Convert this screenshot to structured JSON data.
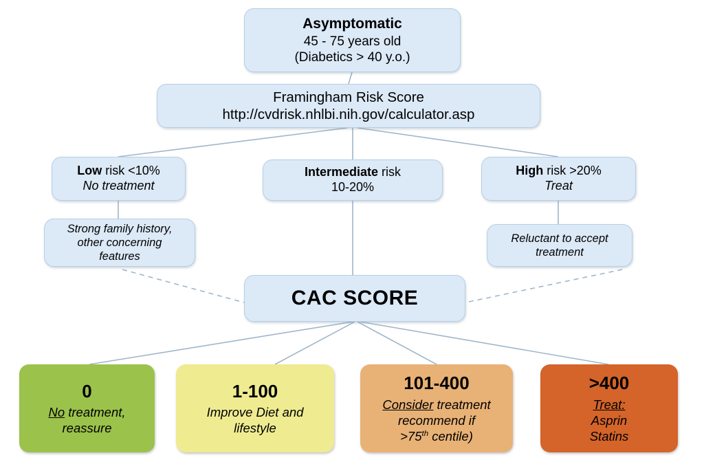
{
  "diagram": {
    "title": "Asymptomatic CAC score screening flowchart",
    "colors": {
      "box_fill": "#dce9f7",
      "box_border": "#b6cfe4",
      "edge": "#9fb6c9",
      "score_0": "#9bc24b",
      "score_1_100": "#efeb91",
      "score_101_400": "#e8b176",
      "score_over_400": "#d4642a"
    }
  },
  "nodes": {
    "asymptomatic": {
      "line1": "Asymptomatic",
      "line2": "45 - 75 years old",
      "line3": "(Diabetics > 40 y.o.)"
    },
    "framingham": {
      "line1": "Framingham Risk Score",
      "line2": "http://cvdrisk.nhlbi.nih.gov/calculator.asp"
    },
    "low_risk": {
      "emphasis": "Low",
      "rest": " risk <10%",
      "line2": "No treatment"
    },
    "intermediate_risk": {
      "emphasis": "Intermediate",
      "rest": " risk",
      "line2": "10-20%"
    },
    "high_risk": {
      "emphasis": "High",
      "rest": " risk >20%",
      "line2": "Treat"
    },
    "strong_family": {
      "line1": "Strong family history,",
      "line2": "other concerning",
      "line3": "features"
    },
    "reluctant": {
      "line1": "Reluctant to accept",
      "line2": "treatment"
    },
    "cac_score": {
      "label": "CAC SCORE"
    }
  },
  "results": [
    {
      "id": "score-0",
      "head": "0",
      "underlined": "No",
      "line1_rest": " treatment,",
      "line2": "reassure",
      "color": "#9bc24b"
    },
    {
      "id": "score-1-100",
      "head": "1-100",
      "line1": "Improve Diet and",
      "line2": "lifestyle",
      "color": "#efeb91"
    },
    {
      "id": "score-101-400",
      "head": "101-400",
      "underlined": "Consider",
      "line1_rest": " treatment",
      "line2": "recommend if",
      "line3_pre": ">75",
      "line3_sup": "th",
      "line3_post": " centile)",
      "color": "#e8b176"
    },
    {
      "id": "score-over-400",
      "head": ">400",
      "underlined": "Treat:",
      "line2": "Asprin",
      "line3": "Statins",
      "color": "#d4642a"
    }
  ]
}
